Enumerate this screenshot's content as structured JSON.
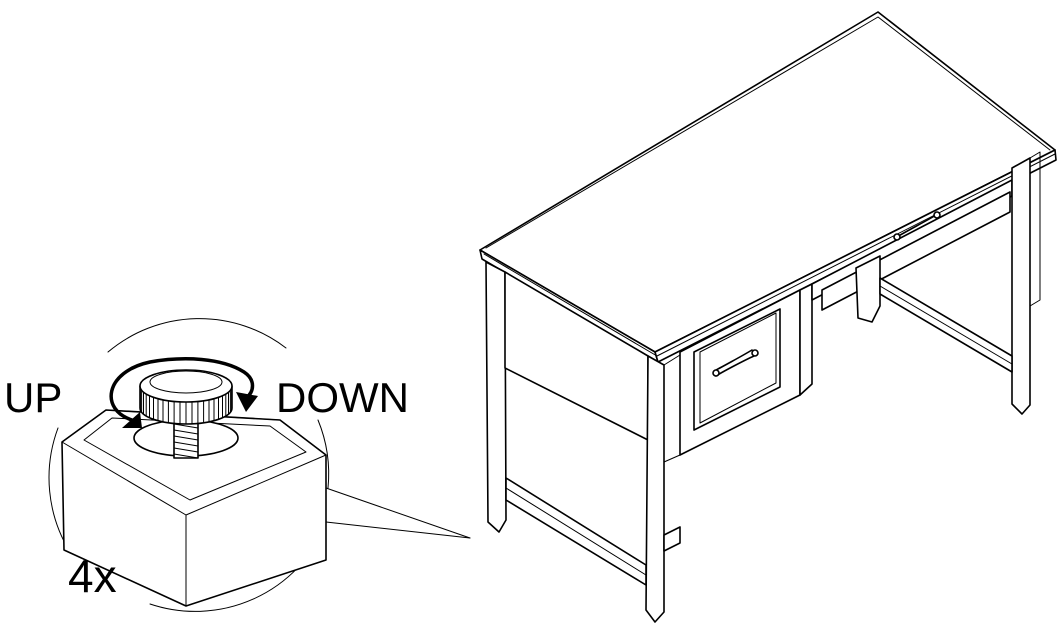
{
  "labels": {
    "up": "UP",
    "down": "DOWN",
    "quantity": "4x"
  },
  "colors": {
    "line": "#000000",
    "background": "#ffffff"
  }
}
